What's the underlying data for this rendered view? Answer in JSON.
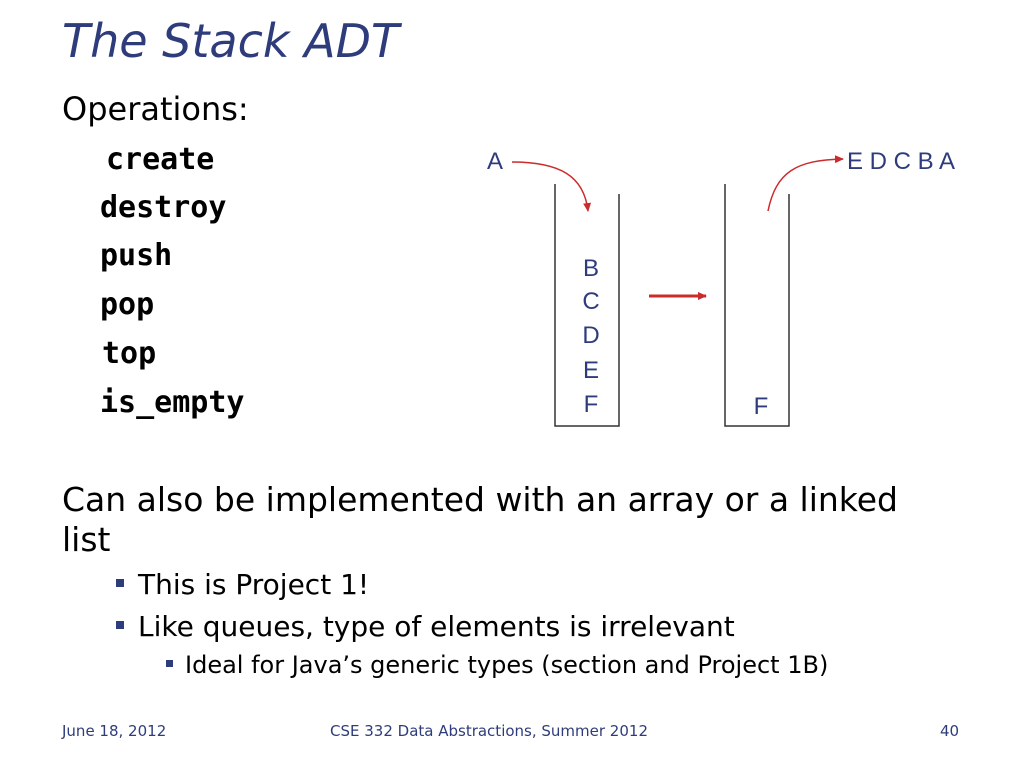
{
  "slide": {
    "title": "The Stack ADT",
    "heading": "Operations:",
    "operations": [
      "create",
      "destroy",
      "push",
      "pop",
      "top",
      "is_empty"
    ],
    "paragraph": "Can also be implemented with an array or a linked list",
    "bullets": [
      "This is Project 1!",
      "Like queues, type of elements is irrelevant"
    ],
    "sub_bullets": [
      "Ideal for Java’s generic types (section and Project 1B)"
    ]
  },
  "diagram": {
    "incoming_label": "A",
    "left_stack_items": [
      "B",
      "C",
      "D",
      "E",
      "F"
    ],
    "right_stack_items": [
      "F"
    ],
    "outgoing_label": "E D C B A",
    "colors": {
      "text": "#2E3C7C",
      "arrow": "#CC2B2B",
      "stack_border": "#333333"
    }
  },
  "footer": {
    "date": "June 18, 2012",
    "course": "CSE 332 Data Abstractions, Summer 2012",
    "page": "40"
  }
}
